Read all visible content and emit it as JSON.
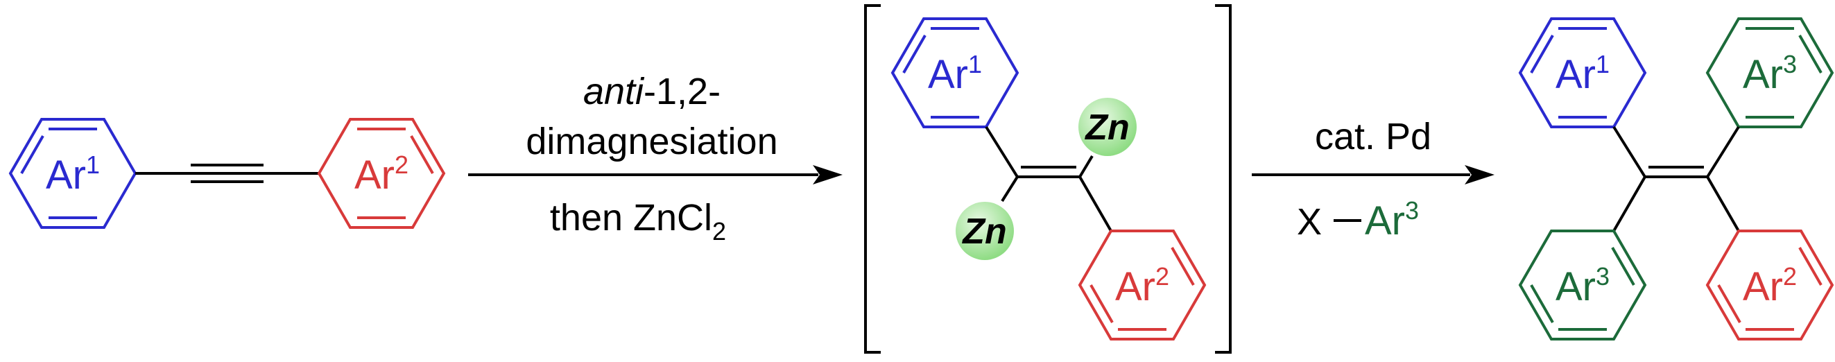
{
  "colors": {
    "ar1": "#2a2ad0",
    "ar2": "#d83a3a",
    "ar3": "#1c6b3a",
    "bond": "#000000",
    "zn_fill_center": "#e8f9e4",
    "zn_fill_edge": "#8fdc84"
  },
  "starting_material": {
    "ar1_label": "Ar",
    "ar1_sup": "1",
    "ar2_label": "Ar",
    "ar2_sup": "2"
  },
  "step1": {
    "line1_italic": "anti",
    "line1_rest": "-1,2-",
    "line2": "dimagnesiation",
    "line3_main": "then ZnCl",
    "line3_sub": "2"
  },
  "intermediate": {
    "ar1_label": "Ar",
    "ar1_sup": "1",
    "ar2_label": "Ar",
    "ar2_sup": "2",
    "zn_top": "Zn",
    "zn_bottom": "Zn"
  },
  "step2": {
    "line1": "cat. Pd",
    "line2_x": "X",
    "line2_ar": "Ar",
    "line2_sup": "3"
  },
  "product": {
    "top_left_label": "Ar",
    "top_left_sup": "1",
    "top_right_label": "Ar",
    "top_right_sup": "3",
    "bottom_left_label": "Ar",
    "bottom_left_sup": "3",
    "bottom_right_label": "Ar",
    "bottom_right_sup": "2"
  }
}
